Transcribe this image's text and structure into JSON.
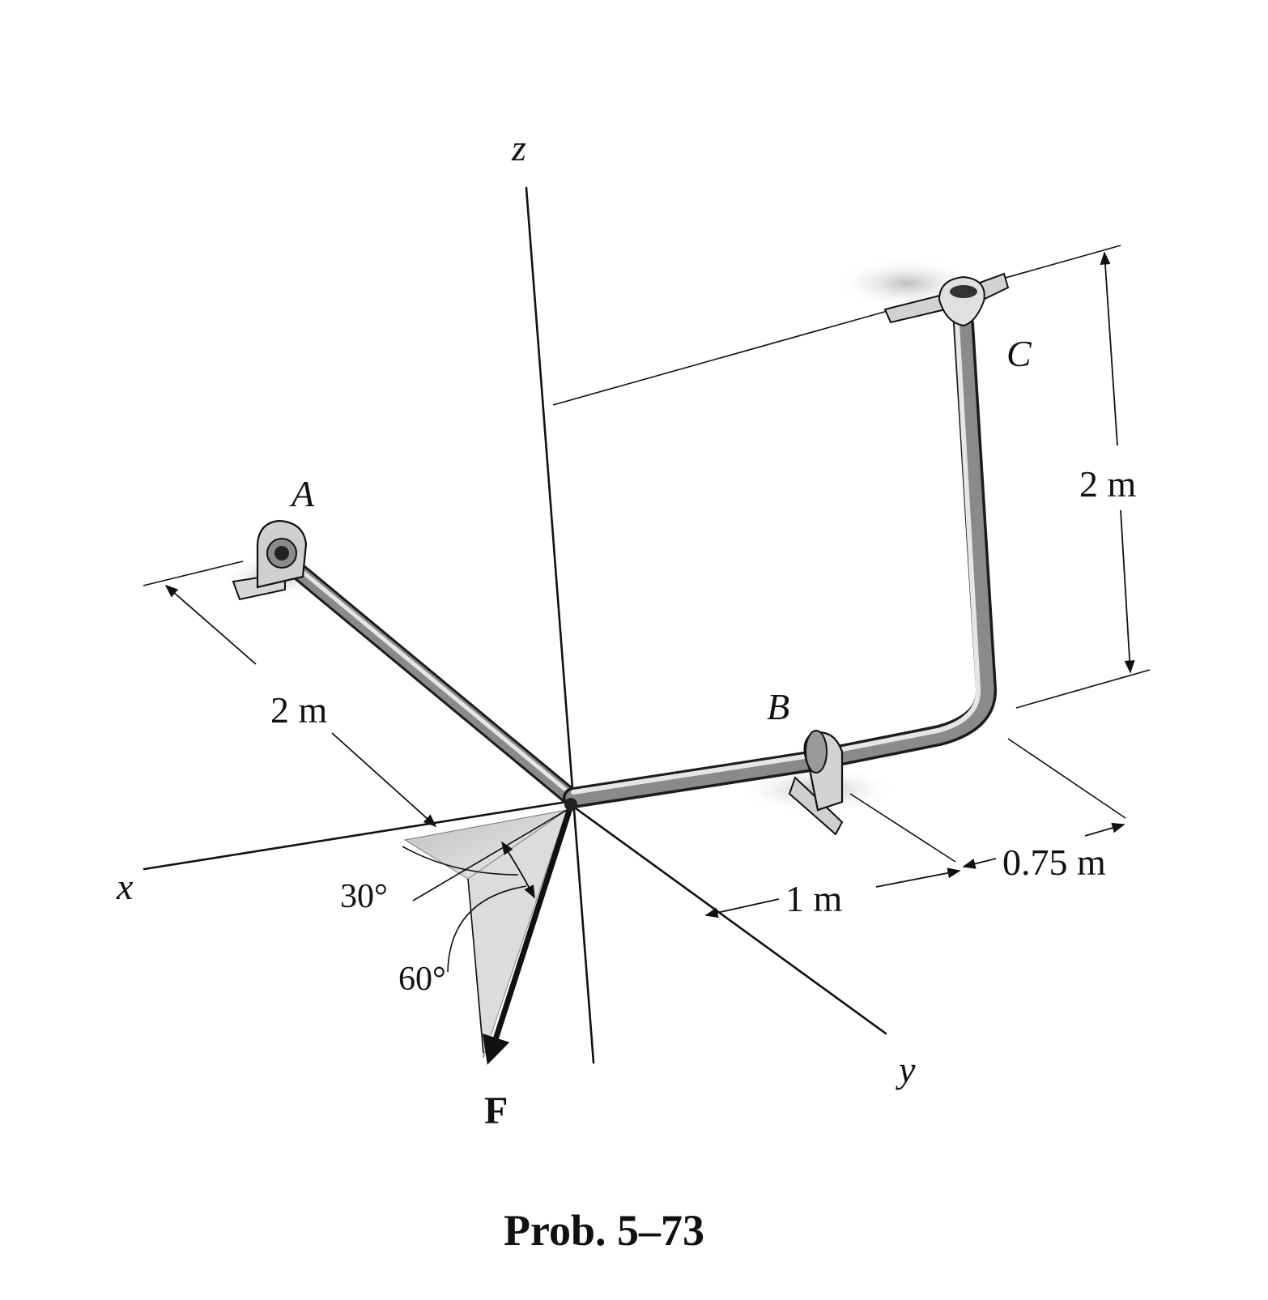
{
  "axes": {
    "x": "x",
    "y": "y",
    "z": "z"
  },
  "points": {
    "A": "A",
    "B": "B",
    "C": "C"
  },
  "force": "F",
  "dimensions": {
    "ox_length": "2 m",
    "height_bc": "2 m",
    "ob_length": "1 m",
    "bc_offset": "0.75 m"
  },
  "angles": {
    "alpha": "30°",
    "beta": "60°"
  },
  "caption": "Prob. 5–73"
}
